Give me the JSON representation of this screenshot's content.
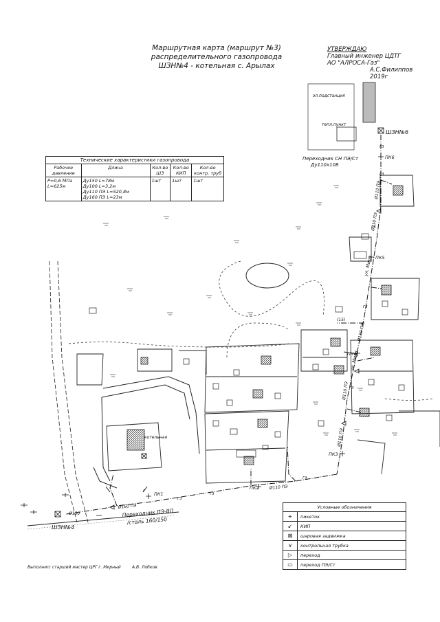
{
  "header": {
    "line1": "Маршрутная карта (маршрут №3)",
    "line2": "распределительного газопровода",
    "line3": "ШЗН№4 - котельная с. Арылах"
  },
  "approval": {
    "line1": "УТВЕРЖДАЮ",
    "line2": "Главный инженер ЦДТГ",
    "line3": "АО \"АЛРОСА-Газ\"",
    "line4": "А.С.Филиппов",
    "line5": "2019г"
  },
  "specs": {
    "caption": "Технические характеристики газопровода",
    "col_pressure": "Рабочее давление",
    "col_length": "Длина",
    "col_szn": "Кол-во ШЗ",
    "col_kip": "Кол-во КИП",
    "col_tubes": "Кол-во контр. труб",
    "pressure": "Р=0,6 МПа",
    "total_length": "L=625м",
    "len1": "Ду150 L=78м",
    "len2": "Ду100 L=3,2м",
    "len3": "Ду110 ПЭ L=520,8м",
    "len4": "Ду160 ПЭ L=23м",
    "szn": "1шт",
    "kip": "1шт",
    "tubes": "1шт"
  },
  "labels": {
    "substation": "эл.подстанция",
    "heatpoint": "тепл.пункт",
    "szn6": "ШЗН№6",
    "adapter_top": "Переходник СН ПЭ/Ст",
    "adapter_top_size": "Ду110х108",
    "pk6": "ПК6",
    "pk5": "ПК5",
    "pk4": "ПК4",
    "pk3": "ПК3",
    "pk2": "ПК2",
    "pk1": "ПК1",
    "street1": "ул. Мира",
    "street2": "ул. Мира",
    "house15": "(15)",
    "boiler": "котельная",
    "adapter_bottom": "Переходник ПЭ-ВП",
    "adapter_bottom_size": "/сталь 160/150",
    "szn4": "ШЗН№4",
    "d110a": "Ø110 ПЭ",
    "d110b": "Ø110 ПЭ",
    "d110c": "Ø110 ПЭ",
    "d110d": "Ø110 ПЭ",
    "d110e": "Ø110 ПЭ",
    "d110f": "Ø110 ПЭ",
    "d160": "Ø160 ПЭ",
    "d150": "Ø150",
    "g3a": "Г3",
    "g3b": "Г3",
    "g3c": "Г3",
    "g3d": "Г3",
    "g3e": "Г3",
    "g3f": "Г3",
    "g3g": "Г3",
    "g3h": "Г3"
  },
  "legend": {
    "title": "Условные обозначения",
    "items": [
      {
        "symbol": "+",
        "label": "пикеток"
      },
      {
        "symbol": "↙",
        "label": "КИП"
      },
      {
        "symbol": "⊠",
        "label": "шаровая задвижка"
      },
      {
        "symbol": "∨",
        "label": "контрольная трубка"
      },
      {
        "symbol": "▷",
        "label": "переход"
      },
      {
        "symbol": "▭",
        "label": "переход ПЭ/Ст"
      }
    ]
  },
  "footer": {
    "compiled": "Выполнил: старший мастер ЦРГ г. Мирный",
    "name": "А.В. Лобков"
  },
  "colors": {
    "ink": "#111111",
    "hatch": "#777777",
    "gray_fill": "#bbbbbb"
  }
}
